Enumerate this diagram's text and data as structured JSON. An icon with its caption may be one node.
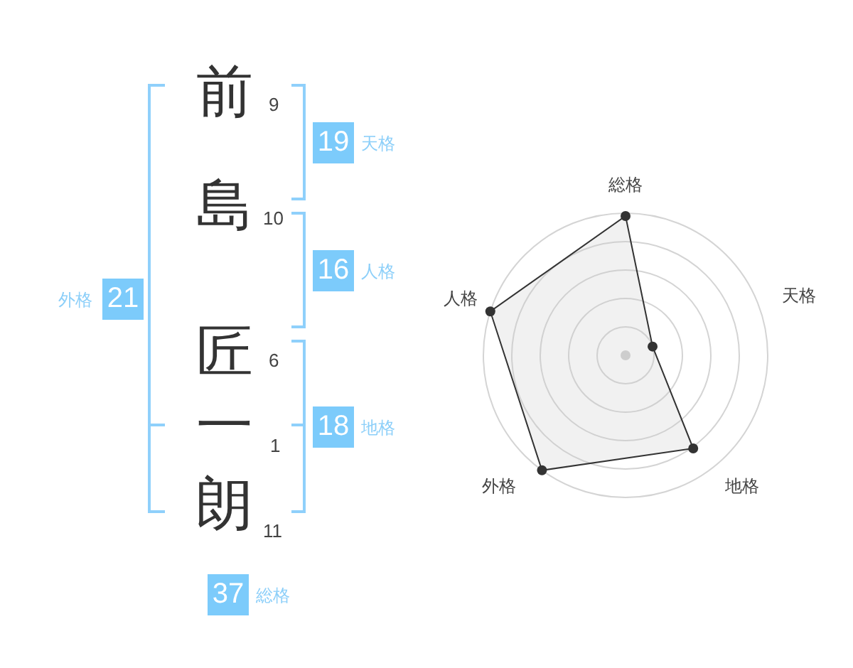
{
  "diagram": {
    "nodes": [
      {
        "text": [
          "19"
        ],
        "beside": [
          "天格"
        ]
      },
      {
        "text": [
          "16"
        ],
        "beside": [
          "人格"
        ]
      },
      {
        "text": [
          "21"
        ],
        "beside": [
          "外格"
        ]
      },
      {
        "text": [
          "18"
        ],
        "beside": [
          "地格"
        ]
      },
      {
        "text": [
          "37"
        ],
        "beside": [
          "総格"
        ]
      }
    ],
    "labels": [
      "前",
      "9",
      "島",
      "10",
      "匠",
      "6",
      "一",
      "1",
      "朗",
      "11",
      "総格",
      "人格",
      "天格",
      "外格",
      "地格"
    ]
  }
}
